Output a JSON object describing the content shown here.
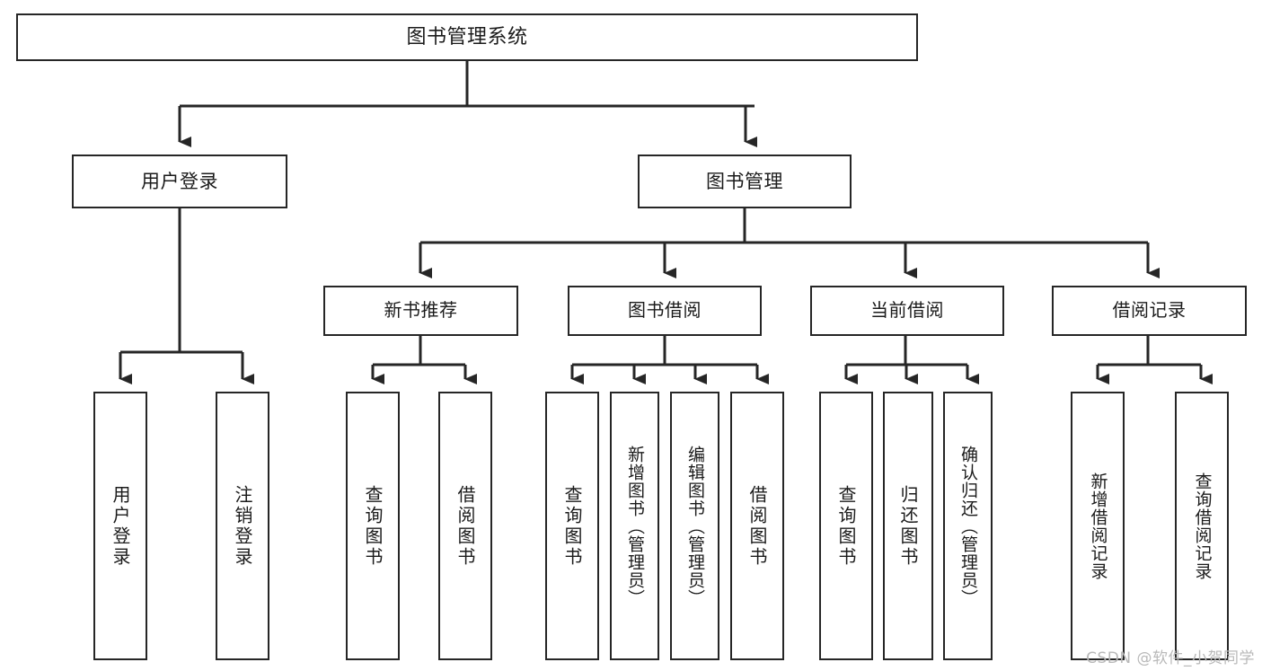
{
  "diagram": {
    "title": "图书管理系统",
    "type": "tree",
    "watermark": "CSDN @软件_小贺同学",
    "colors": {
      "border": "#262626",
      "fill": "#ffffff",
      "connector": "#262626",
      "text": "#1b1b1b",
      "watermark": "#b9b9b9"
    },
    "nodes": {
      "root": {
        "label": "图书管理系统"
      },
      "level1": [
        {
          "label": "用户登录"
        },
        {
          "label": "图书管理"
        }
      ],
      "level2": [
        {
          "label": "新书推荐"
        },
        {
          "label": "图书借阅"
        },
        {
          "label": "当前借阅"
        },
        {
          "label": "借阅记录"
        }
      ],
      "leaves": [
        {
          "label": "用户登录",
          "parent": "用户登录"
        },
        {
          "label": "注销登录",
          "parent": "用户登录"
        },
        {
          "label": "查询图书",
          "parent": "新书推荐"
        },
        {
          "label": "借阅图书",
          "parent": "新书推荐"
        },
        {
          "label": "查询图书",
          "parent": "图书借阅"
        },
        {
          "label": "新增图书（管理员）",
          "parent": "图书借阅"
        },
        {
          "label": "编辑图书（管理员）",
          "parent": "图书借阅"
        },
        {
          "label": "借阅图书",
          "parent": "图书借阅"
        },
        {
          "label": "查询图书",
          "parent": "当前借阅"
        },
        {
          "label": "归还图书",
          "parent": "当前借阅"
        },
        {
          "label": "确认归还（管理员）",
          "parent": "当前借阅"
        },
        {
          "label": "新增借阅记录",
          "parent": "借阅记录"
        },
        {
          "label": "查询借阅记录",
          "parent": "借阅记录"
        }
      ]
    }
  }
}
